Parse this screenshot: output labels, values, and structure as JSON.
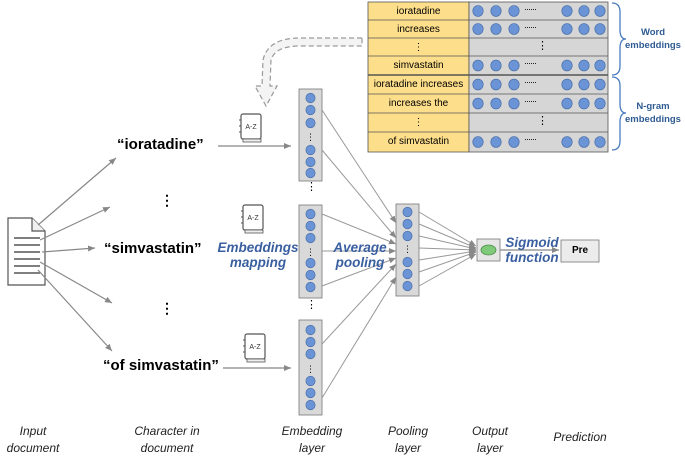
{
  "lookup_table": {
    "rows": [
      "ioratadine",
      "increases",
      "⋮",
      "simvastatin",
      "ioratadine increases",
      "increases the",
      "⋮",
      "of simvastatin"
    ],
    "dots_text": "······",
    "vdots": "⋮",
    "word_label": "Word embeddings",
    "ngram_label": "N-gram embeddings"
  },
  "terms": {
    "t1": "“ioratadine”",
    "t2": "“simvastatin”",
    "t3": "“of simvastatin”",
    "vdots": "⋮"
  },
  "icons": {
    "dictionary_label": "A-Z"
  },
  "steps": {
    "embeddings_mapping": "Embeddings mapping",
    "average_pooling": "Average pooling",
    "sigmoid_function": "Sigmoid function"
  },
  "prediction_box": "Pre",
  "captions": {
    "input": "Input document",
    "character": "Character in document",
    "embedding": "Embedding layer",
    "pooling": "Pooling layer",
    "output": "Output layer",
    "prediction": "Prediction"
  },
  "colors": {
    "table_label_fill": "#fdde8a",
    "table_cell_fill": "#d6d6d6",
    "neuron_fill": "#6b94d6",
    "output_neuron": "#7fc97a",
    "accent_blue": "#3a5fa0",
    "brace_blue": "#4a7cc0"
  }
}
